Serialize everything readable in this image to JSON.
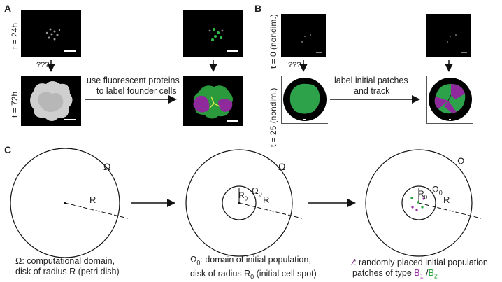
{
  "panels": {
    "a": {
      "label": "A",
      "t_top": "t = 24h",
      "t_bottom": "t = 72h",
      "question": "???",
      "arrow_text_line1": "use fluorescent proteins",
      "arrow_text_line2": "to label founder cells"
    },
    "b": {
      "label": "B",
      "t_top": "t = 0 (nondim.)",
      "t_bottom": "t = 25 (nondim.)",
      "question": "???",
      "arrow_text_line1": "label initial patches",
      "arrow_text_line2": "and track"
    },
    "c": {
      "label": "C",
      "omega": "Ω",
      "omega0": "Ω",
      "omega0_sub": "0",
      "r": "R",
      "r0": "R",
      "r0_sub": "0",
      "caption1_line1": "Ω: computational domain,",
      "caption1_line2": "disk of radius R (petri dish)",
      "caption2_sym": "Ω",
      "caption2_sub": "0",
      "caption2_line1_rest": ": domain of initial population,",
      "caption2_line2_pre": "disk of radius R",
      "caption2_line2_sub": "0",
      "caption2_line2_post": " (initial cell spot)",
      "caption3_icon": "⁄",
      "caption3_line1": ": randomly placed initial population",
      "caption3_line2_pre": "patches of type ",
      "caption3_b1": "B",
      "caption3_b1_sub": "1",
      "caption3_slash": " /",
      "caption3_b2": "B",
      "caption3_b2_sub": "2"
    }
  },
  "colors": {
    "purple": "#9b2fa8",
    "green": "#26a43a",
    "cell_green": "#1f9a3a",
    "black": "#000000"
  }
}
